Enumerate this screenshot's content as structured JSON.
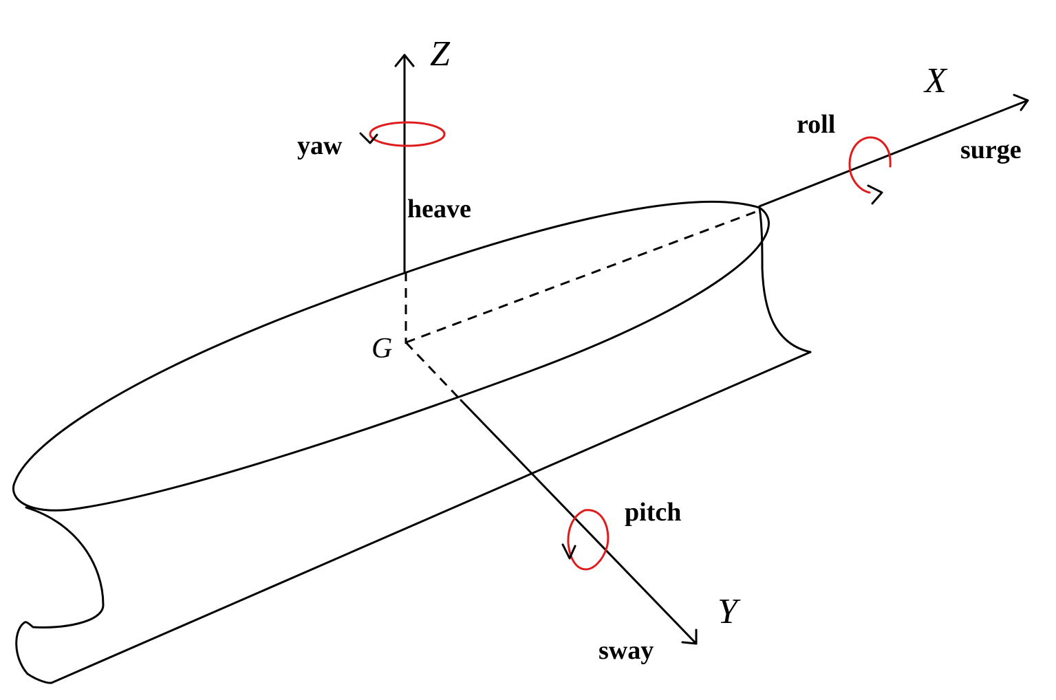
{
  "axes": {
    "x": {
      "label": "X",
      "motion": "surge"
    },
    "y": {
      "label": "Y",
      "motion": "sway"
    },
    "z": {
      "label": "Z",
      "motion": "heave"
    }
  },
  "origin": {
    "label": "G"
  },
  "rotations": {
    "roll": {
      "label": "roll"
    },
    "pitch": {
      "label": "pitch"
    },
    "yaw": {
      "label": "yaw"
    }
  },
  "colors": {
    "lines": "#000000",
    "rotation_arrows": "#e01b1b",
    "background": "#ffffff"
  }
}
